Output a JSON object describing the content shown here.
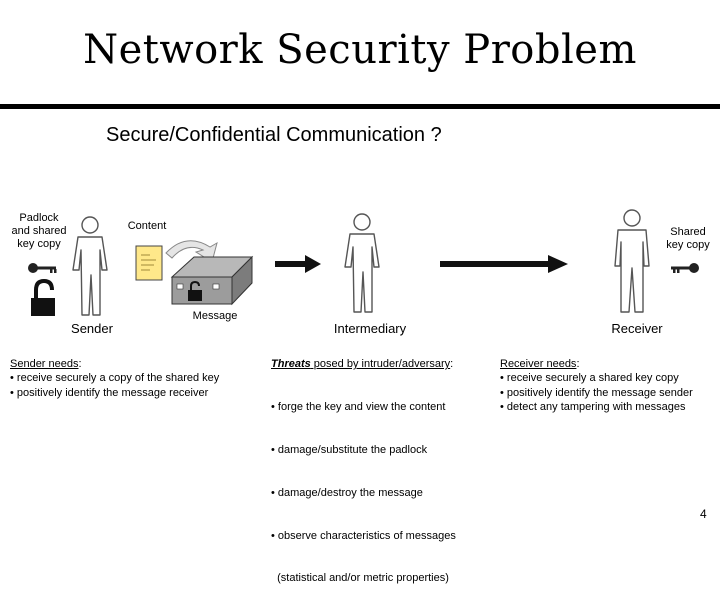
{
  "slide": {
    "title": "Network Security Problem",
    "subtitle": "Secure/Confidential Communication ?",
    "page_number": "4"
  },
  "diagram": {
    "sender_key_label_line1": "Padlock",
    "sender_key_label_line2": "and shared",
    "sender_key_label_line3": "key copy",
    "content_label": "Content",
    "message_label": "Message",
    "receiver_key_label_line1": "Shared",
    "receiver_key_label_line2": "key copy",
    "sender_caption": "Sender",
    "intermediary_caption": "Intermediary",
    "receiver_caption": "Receiver"
  },
  "sender_needs": {
    "heading": "Sender needs",
    "heading_suffix": ":",
    "items": [
      "• receive securely a copy of the shared key",
      "• positively identify the message receiver"
    ]
  },
  "threats": {
    "heading_emph": "Threats",
    "heading_rest": " posed by intruder/adversary",
    "heading_suffix": ":",
    "items": [
      "• forge the key and view the content",
      "• damage/substitute the padlock",
      "• damage/destroy the message",
      "• observe characteristics of messages",
      "  (statistical and/or metric properties)"
    ]
  },
  "receiver_needs": {
    "heading": "Receiver needs",
    "heading_suffix": ":",
    "items": [
      "• receive securely a shared key copy",
      "• positively identify the message sender",
      "• detect any tampering with messages"
    ]
  }
}
